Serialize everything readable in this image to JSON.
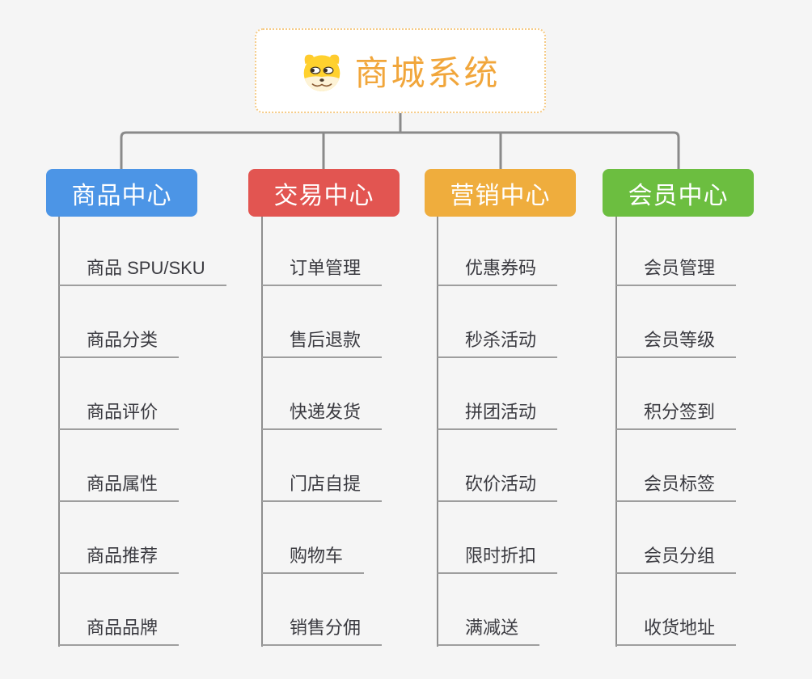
{
  "root": {
    "title": "商城系统",
    "icon": "dog-face-icon",
    "title_color": "#F1A63B",
    "border_color": "#F5CB87"
  },
  "branches": [
    {
      "label": "商品中心",
      "color": "#4C95E6",
      "children": [
        "商品 SPU/SKU",
        "商品分类",
        "商品评价",
        "商品属性",
        "商品推荐",
        "商品品牌"
      ]
    },
    {
      "label": "交易中心",
      "color": "#E25551",
      "children": [
        "订单管理",
        "售后退款",
        "快递发货",
        "门店自提",
        "购物车",
        "销售分佣"
      ]
    },
    {
      "label": "营销中心",
      "color": "#EFAD3D",
      "children": [
        "优惠券码",
        "秒杀活动",
        "拼团活动",
        "砍价活动",
        "限时折扣",
        "满减送"
      ]
    },
    {
      "label": "会员中心",
      "color": "#6CBE40",
      "children": [
        "会员管理",
        "会员等级",
        "积分签到",
        "会员标签",
        "会员分组",
        "收货地址"
      ]
    }
  ],
  "colors": {
    "connector": "#8A8A8A",
    "underline": "#9E9E9E",
    "background": "#F5F5F5",
    "leaf_text": "#3A3A40"
  }
}
